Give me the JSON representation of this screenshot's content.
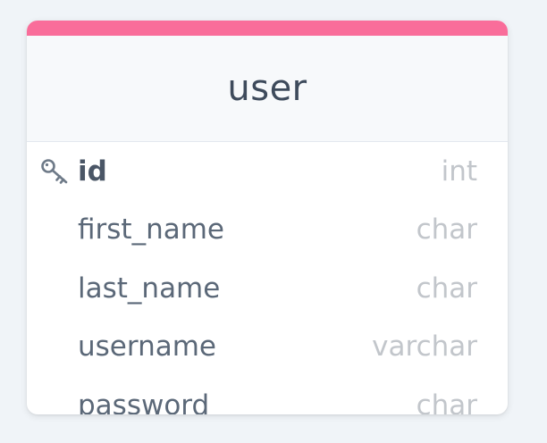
{
  "table": {
    "name": "user",
    "accent_color": "#f96d9a",
    "columns": [
      {
        "name": "id",
        "type": "int",
        "primary_key": true,
        "icon": "key-icon"
      },
      {
        "name": "first_name",
        "type": "char",
        "primary_key": false
      },
      {
        "name": "last_name",
        "type": "char",
        "primary_key": false
      },
      {
        "name": "username",
        "type": "varchar",
        "primary_key": false
      },
      {
        "name": "password",
        "type": "char",
        "primary_key": false
      }
    ]
  }
}
